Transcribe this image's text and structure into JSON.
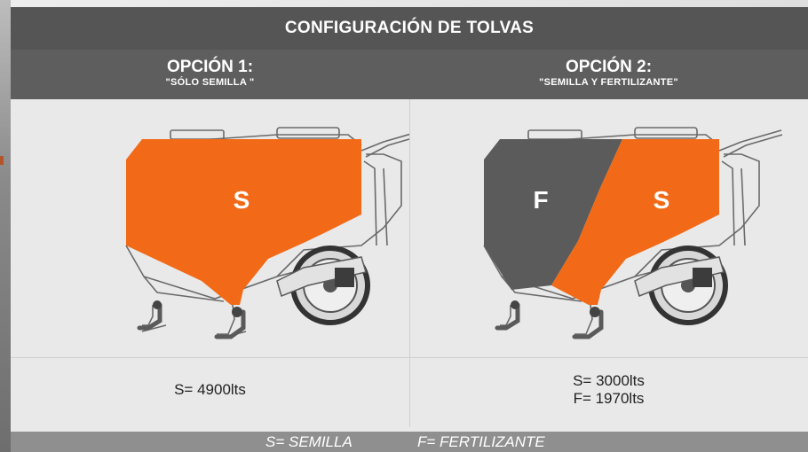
{
  "header": {
    "title": "CONFIGURACIÓN DE TOLVAS"
  },
  "options": [
    {
      "title": "OPCIÓN 1:",
      "subtitle": "\"SÓLO SEMILLA \"",
      "hopper_labels": [
        "S"
      ],
      "capacities": [
        "S= 4900lts"
      ]
    },
    {
      "title": "OPCIÓN 2:",
      "subtitle": "\"SEMILLA Y FERTILIZANTE\"",
      "hopper_labels": [
        "F",
        "S"
      ],
      "capacities": [
        "S= 3000lts",
        "F= 1970lts"
      ]
    }
  ],
  "legend": {
    "seed": "S= SEMILLA",
    "fertilizer": "F= FERTILIZANTE"
  },
  "colors": {
    "seed": "#f26a17",
    "fertilizer": "#5b5b5b",
    "header_bg": "#555555",
    "subheader_bg": "#5e5e5e",
    "footer_bg": "#8f8f8f"
  }
}
